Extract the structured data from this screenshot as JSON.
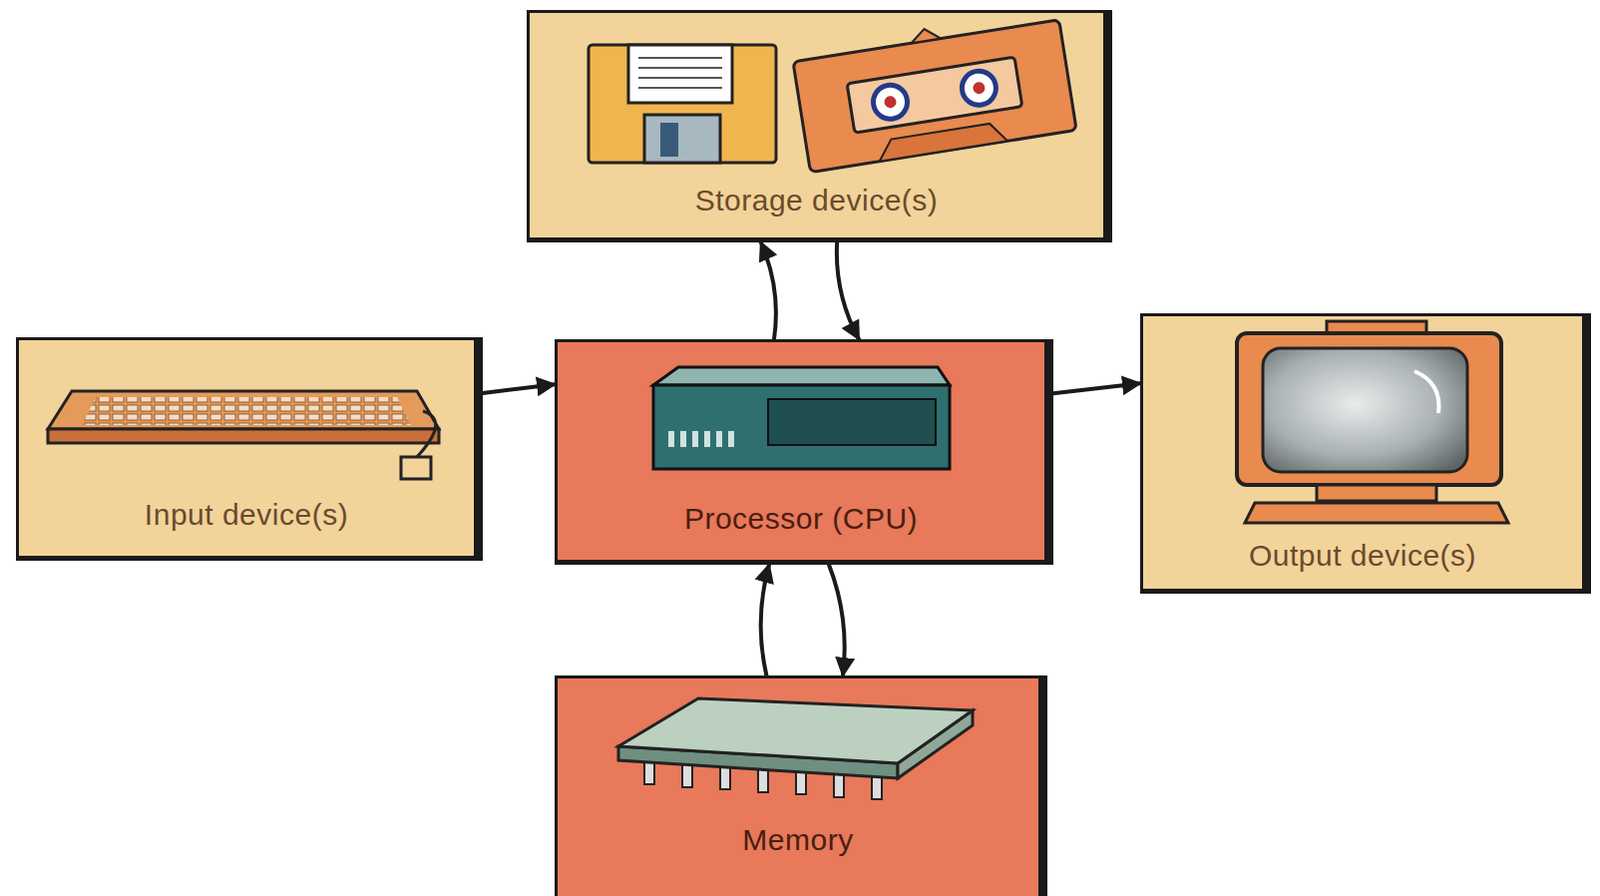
{
  "diagram": {
    "nodes": [
      {
        "text": [
          "Storage device(s)"
        ]
      },
      {
        "text": [
          "Input device(s)"
        ]
      },
      {
        "text": [
          "Processor (CPU)"
        ]
      },
      {
        "text": [
          "Output device(s)"
        ]
      },
      {
        "text": [
          "Memory"
        ]
      }
    ],
    "edges": [
      {
        "from": 1,
        "to": 2,
        "arrow": "to"
      },
      {
        "from": 2,
        "to": 3,
        "arrow": "to"
      },
      {
        "from": 2,
        "to": 0,
        "arrow": "to"
      },
      {
        "from": 0,
        "to": 2,
        "arrow": "to"
      },
      {
        "from": 4,
        "to": 2,
        "arrow": "to"
      },
      {
        "from": 2,
        "to": 4,
        "arrow": "to"
      }
    ]
  }
}
